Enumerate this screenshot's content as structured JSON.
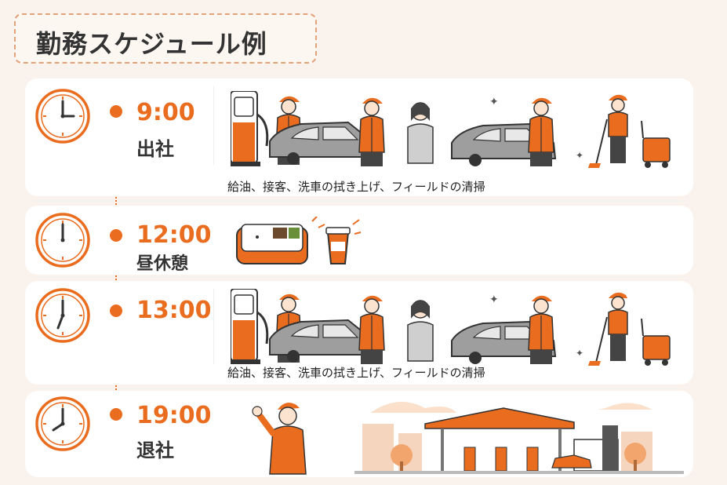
{
  "title": "勤務スケジュール例",
  "accent_color": "#e96c1f",
  "schedule": [
    {
      "time": "9:00",
      "label": "出社",
      "caption": "給油、接客、洗車の拭き上げ、フィールドの清掃",
      "icon": "clock-icon"
    },
    {
      "time": "12:00",
      "label": "昼休憩",
      "caption": "",
      "icon": "clock-icon"
    },
    {
      "time": "13:00",
      "label": "",
      "caption": "給油、接客、洗車の拭き上げ、フィールドの清掃",
      "icon": "clock-icon"
    },
    {
      "time": "19:00",
      "label": "退社",
      "caption": "",
      "icon": "clock-icon"
    }
  ]
}
